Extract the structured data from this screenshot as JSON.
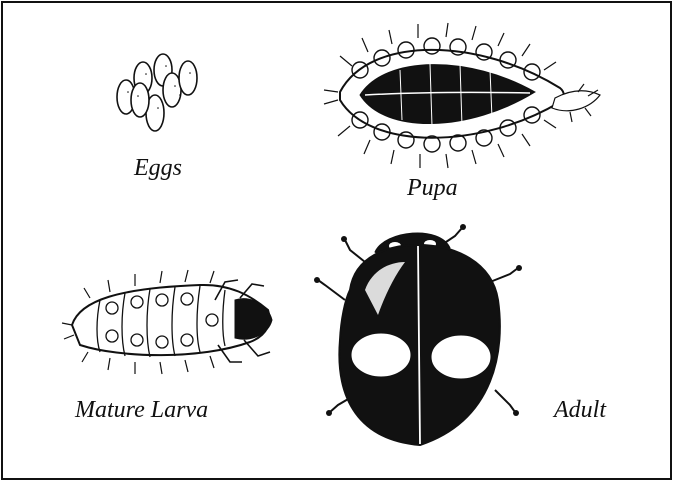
{
  "labels": {
    "eggs": "Eggs",
    "pupa": "Pupa",
    "larva": "Mature Larva",
    "adult": "Adult"
  },
  "colors": {
    "ink": "#111111",
    "paper": "#ffffff"
  },
  "icons": {
    "eggs": "egg-cluster-icon",
    "pupa": "pupa-icon",
    "larva": "larva-icon",
    "adult": "ladybird-beetle-icon"
  }
}
